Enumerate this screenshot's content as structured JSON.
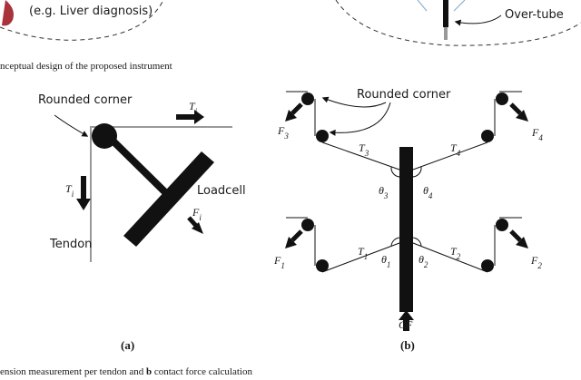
{
  "top_strip": {
    "left_bubble_text": "(e.g. Liver diagnosis)",
    "right_bubble_label": "Over-tube",
    "caption": "nceptual design of the proposed instrument"
  },
  "panel_a": {
    "rounded_corner_label": "Rounded corner",
    "ti_top": "T",
    "ti_top_sub": "i",
    "ti_left": "T",
    "ti_left_sub": "i",
    "fi": "F",
    "fi_sub": "i",
    "loadcell_label": "Loadcell",
    "tendon_label": "Tendon",
    "panel_label": "(a)"
  },
  "panel_b": {
    "rounded_corner_label": "Rounded corner",
    "f3": "F",
    "f3_sub": "3",
    "f4": "F",
    "f4_sub": "4",
    "f1": "F",
    "f1_sub": "1",
    "f2": "F",
    "f2_sub": "2",
    "t3": "T",
    "t3_sub": "3",
    "t4": "T",
    "t4_sub": "4",
    "t1": "T",
    "t1_sub": "1",
    "t2": "T",
    "t2_sub": "2",
    "theta3": "θ",
    "theta3_sub": "3",
    "theta4": "θ",
    "theta4_sub": "4",
    "theta1": "θ",
    "theta1_sub": "1",
    "theta2": "θ",
    "theta2_sub": "2",
    "cf": "CF",
    "panel_label": "(b)"
  },
  "figure_caption": {
    "prefix": "ension measurement per tendon and ",
    "bold": "b",
    "suffix": " contact force calculation"
  }
}
